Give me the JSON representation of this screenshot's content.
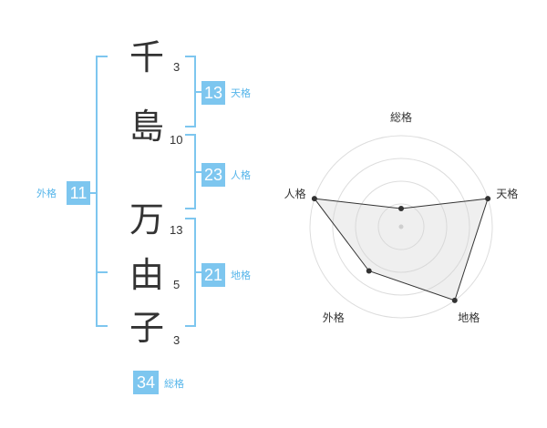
{
  "name_chars": [
    {
      "char": "千",
      "strokes": "3"
    },
    {
      "char": "島",
      "strokes": "10"
    },
    {
      "char": "万",
      "strokes": "13"
    },
    {
      "char": "由",
      "strokes": "5"
    },
    {
      "char": "子",
      "strokes": "3"
    }
  ],
  "fortune": {
    "tenkaku": {
      "value": "13",
      "label": "天格"
    },
    "jinkaku": {
      "value": "23",
      "label": "人格"
    },
    "chikaku": {
      "value": "21",
      "label": "地格"
    },
    "gaikaku": {
      "value": "11",
      "label": "外格"
    },
    "soukaku": {
      "value": "34",
      "label": "総格"
    }
  },
  "colors": {
    "accent": "#7dc6ef",
    "accent_text": "#55b5ea",
    "text": "#333333"
  },
  "chart_data": {
    "type": "radar",
    "axes": [
      "総格",
      "天格",
      "地格",
      "外格",
      "人格"
    ],
    "levels": 4,
    "range": [
      0,
      5
    ],
    "values": [
      1,
      5,
      5,
      3,
      5
    ]
  }
}
